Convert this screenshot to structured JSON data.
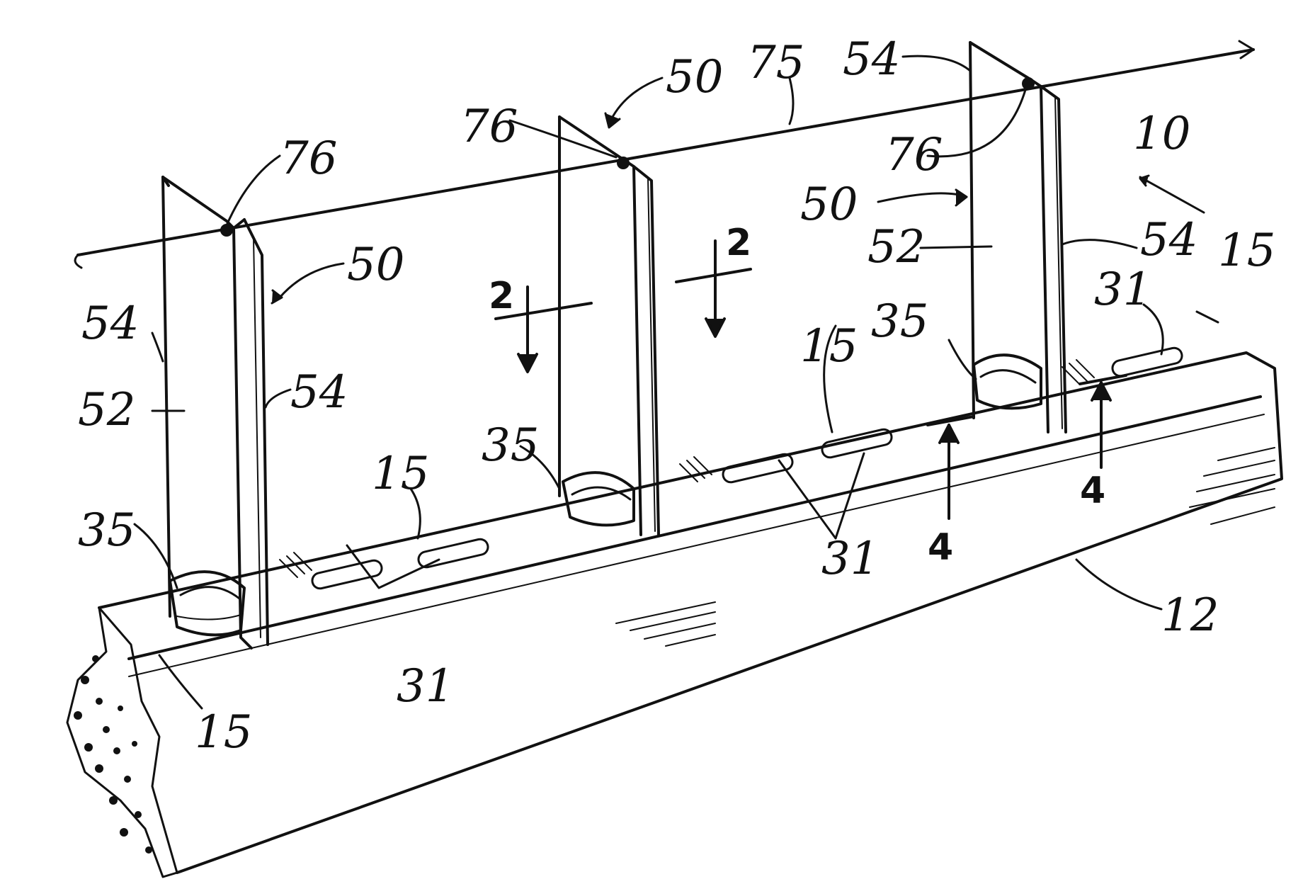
{
  "figure": {
    "labels": {
      "assembly": "10",
      "base": "12",
      "rail_surface": "15",
      "slot": "31",
      "clip": "35",
      "panel_assembly": "50",
      "panel_face": "52",
      "panel_edge": "54",
      "wire": "75",
      "wire_hole": "76",
      "section_2": "2",
      "section_4": "4"
    }
  },
  "colors": {
    "ink": "#111111",
    "paper": "#ffffff"
  }
}
